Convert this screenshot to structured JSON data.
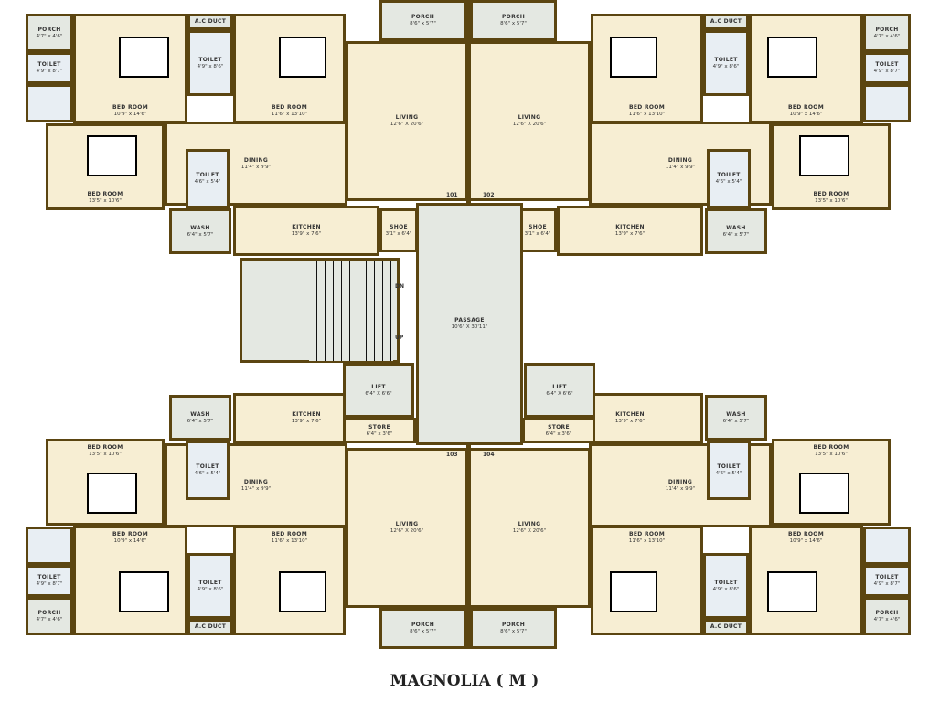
{
  "title": "MAGNOLIA ( M )",
  "colors": {
    "wall": "#5b4511",
    "room": "#f7eed3",
    "service": "#e4e8e2"
  },
  "unit": {
    "porch_small": {
      "name": "PORCH",
      "dim": "4'7\" x 4'6\""
    },
    "toilet1": {
      "name": "TOILET",
      "dim": "4'9\" x 8'7\""
    },
    "bedroom1": {
      "name": "BED ROOM",
      "dim": "10'9\" x 14'6\""
    },
    "ac_duct": {
      "name": "A.C DUCT"
    },
    "toilet2": {
      "name": "TOILET",
      "dim": "4'9\" x 8'6\""
    },
    "bedroom2": {
      "name": "BED ROOM",
      "dim": "11'6\" x 13'10\""
    },
    "bedroom3": {
      "name": "BED ROOM",
      "dim": "13'5\" x 10'6\""
    },
    "toilet3": {
      "name": "TOILET",
      "dim": "4'6\" x 5'4\""
    },
    "dining": {
      "name": "DINING",
      "dim": "11'4\" x 9'9\""
    },
    "living": {
      "name": "LIVING",
      "dim": "12'6\" X 20'6\""
    },
    "kitchen": {
      "name": "KITCHEN",
      "dim": "13'9\" x 7'6\""
    },
    "wash": {
      "name": "WASH",
      "dim": "6'4\" x 5'7\""
    },
    "shoe": {
      "name": "SHOE",
      "dim": "3'1\" x 6'4\""
    },
    "porch": {
      "name": "PORCH",
      "dim": "8'6\" x 5'7\""
    }
  },
  "core": {
    "passage": {
      "name": "PASSAGE",
      "dim": "10'6\" X 30'11\""
    },
    "lift": {
      "name": "LIFT",
      "dim": "6'4\" X 6'6\""
    },
    "store": {
      "name": "STORE",
      "dim": "6'4\" x 3'6\""
    },
    "stair_down": "DN",
    "stair_up": "UP",
    "doors": [
      "101",
      "102",
      "103",
      "104"
    ]
  }
}
